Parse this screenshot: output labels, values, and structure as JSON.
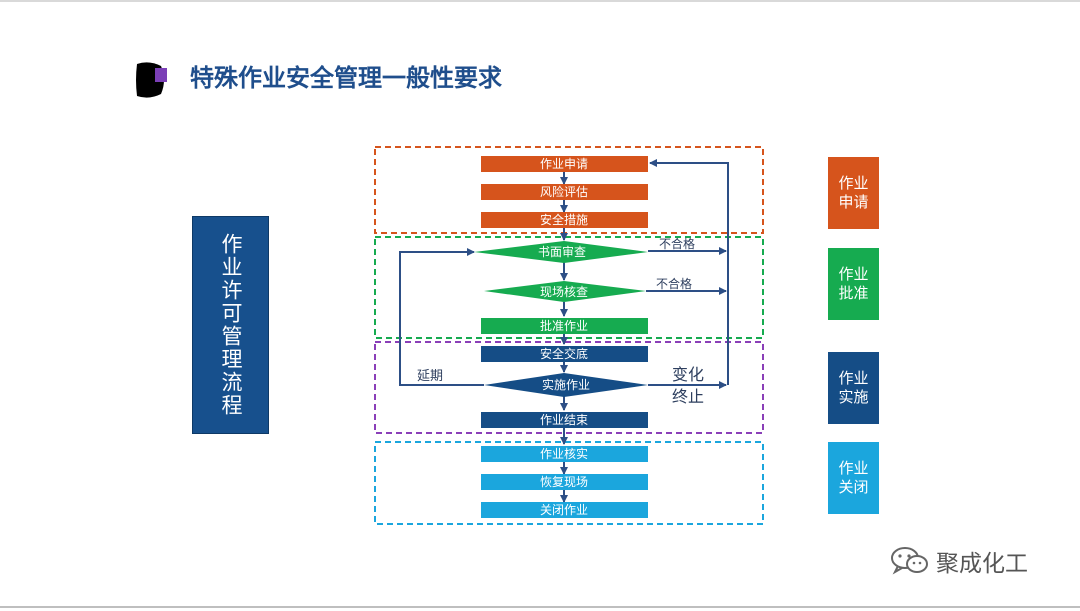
{
  "title": "特殊作业安全管理一般性要求",
  "left_label": "作业许可管理流程",
  "steps": {
    "apply": "作业申请",
    "risk": "风险评估",
    "measures": "安全措施",
    "written_review": "书面审查",
    "site_check": "现场核查",
    "approve": "批准作业",
    "briefing": "安全交底",
    "execute": "实施作业",
    "finish": "作业结束",
    "verify": "作业核实",
    "restore": "恢复现场",
    "close": "关闭作业"
  },
  "edge_labels": {
    "fail1": "不合格",
    "fail2": "不合格",
    "extend": "延期",
    "change": "变化",
    "terminate": "终止"
  },
  "stages": {
    "apply": "作业申请",
    "approve": "作业批准",
    "execute": "作业实施",
    "close": "作业关闭"
  },
  "watermark": "聚成化工",
  "colors": {
    "orange": "#d6541c",
    "green": "#16ab50",
    "navy": "#154d86",
    "cyan": "#1ba6dd",
    "arrow": "#2d4f86"
  }
}
